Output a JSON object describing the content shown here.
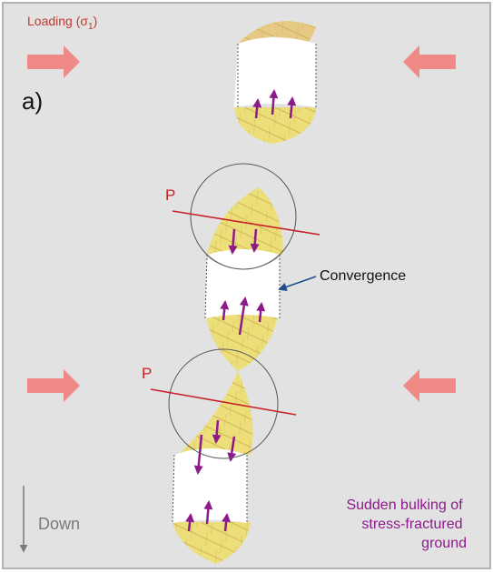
{
  "labels": {
    "loading": "Loading (σ",
    "loading_sub": "1",
    "loading_close": ")",
    "panel": "a)",
    "plane_upper": "P",
    "plane_lower": "P",
    "convergence": "Convergence",
    "down": "Down",
    "bulking": [
      "Sudden bulking of",
      "stress-fractured",
      "ground"
    ]
  },
  "colors": {
    "background": "#e2e2e2",
    "frame": "#9e9e9e",
    "loading_arrow": "#ef8a86",
    "loading_text": "#c0392b",
    "fractured_ground": "#ecdf7a",
    "fracture_lines": "#c9a84a",
    "plane_line": "#c8202a",
    "displacement_arrow": "#8c1a8a",
    "convergence_pointer": "#1f4f8f",
    "bulking_text": "#8c1a8a",
    "down_text": "#7a7a7a",
    "tunnel_fill": "#ffffff",
    "circle": "#555555"
  },
  "icons": {
    "loading_arrow": "right-arrow-icon",
    "displacement_arrow": "up-arrow-icon",
    "down_arrow": "down-arrow-icon"
  }
}
